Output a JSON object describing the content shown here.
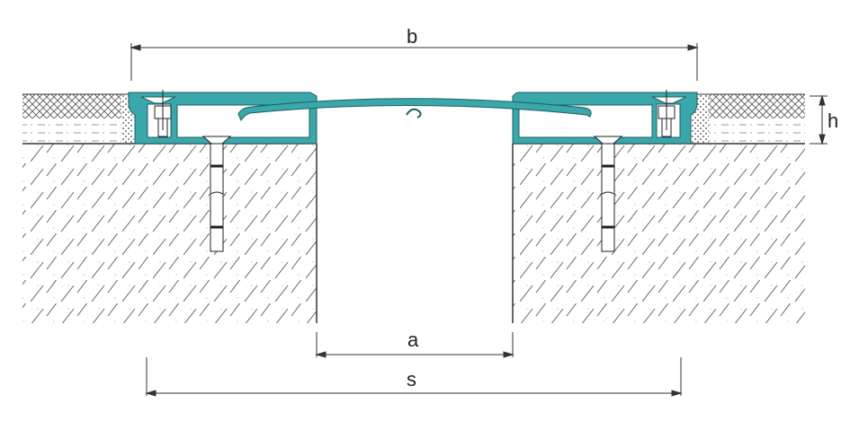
{
  "diagram": {
    "labels": {
      "b": "b",
      "h": "h",
      "a": "a",
      "s": "s"
    },
    "colors": {
      "profile": "#3aa7aa",
      "line": "#333333",
      "background": "#ffffff"
    }
  }
}
